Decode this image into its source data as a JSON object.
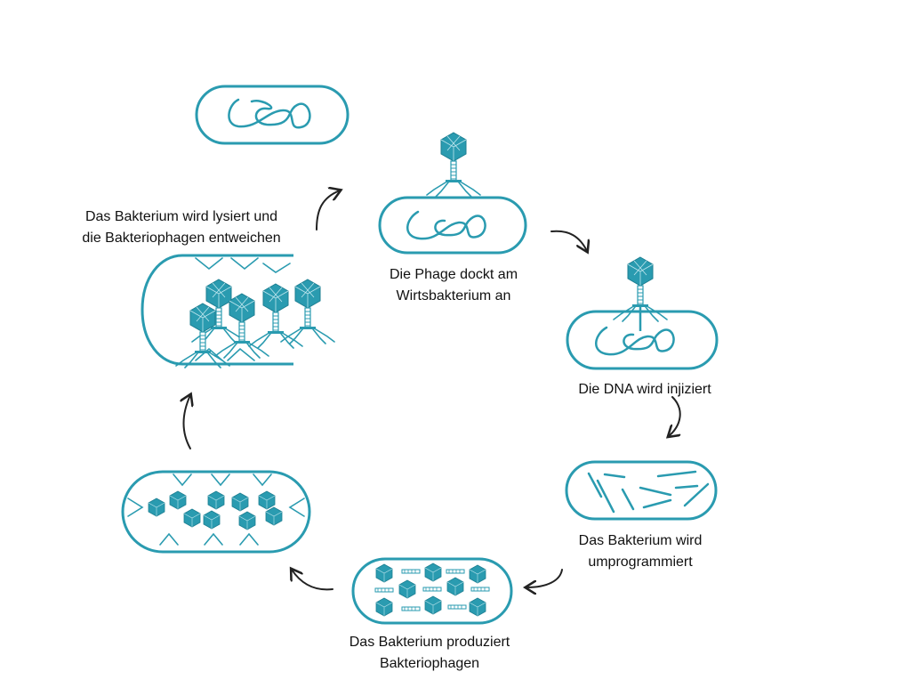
{
  "colors": {
    "cell": "#2a9bb0",
    "phage": "#2a9bb0",
    "arrow": "#222222"
  },
  "labels": {
    "lysis": [
      "Das Bakterium wird lysiert und",
      "die Bakteriophagen entweichen"
    ],
    "dock": [
      "Die Phage dockt am",
      "Wirtsbakterium an"
    ],
    "inject": [
      "Die DNA wird injiziert"
    ],
    "reprogram": [
      "Das Bakterium wird",
      "umprogrammiert"
    ],
    "produce": [
      "Das Bakterium produziert",
      "Bakteriophagen"
    ]
  },
  "icons": [
    "bacterium-icon",
    "phage-icon",
    "dna-strand-icon",
    "cycle-arrow-icon"
  ]
}
